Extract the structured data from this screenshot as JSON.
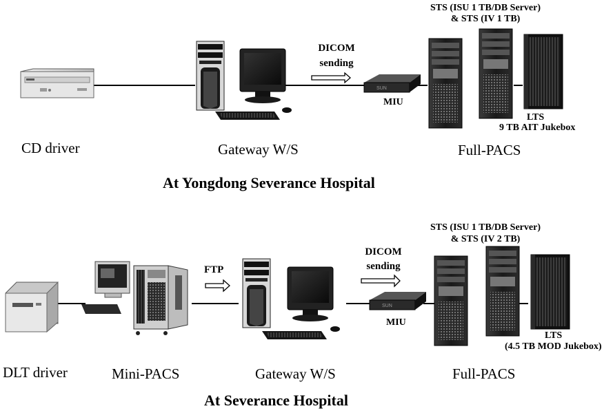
{
  "top": {
    "cd_driver_label": "CD driver",
    "gateway_label": "Gateway W/S",
    "dicom_line1": "DICOM",
    "dicom_line2": "sending",
    "miu_label": "MIU",
    "sts_line1": "STS (ISU 1 TB/DB Server)",
    "sts_line2": "& STS (IV 1 TB)",
    "lts_line1": "LTS",
    "lts_line2": "9 TB AIT Jukebox",
    "fullpacs_label": "Full-PACS",
    "caption": "At Yongdong Severance Hospital"
  },
  "bottom": {
    "dlt_driver_label": "DLT driver",
    "minipacs_label": "Mini-PACS",
    "ftp_label": "FTP",
    "gateway_label": "Gateway W/S",
    "dicom_line1": "DICOM",
    "dicom_line2": "sending",
    "miu_label": "MIU",
    "sts_line1": "STS (ISU 1 TB/DB Server)",
    "sts_line2": "& STS (IV 2 TB)",
    "lts_line1": "LTS",
    "lts_line2": "(4.5 TB MOD Jukebox)",
    "fullpacs_label": "Full-PACS",
    "caption": "At Severance Hospital"
  }
}
